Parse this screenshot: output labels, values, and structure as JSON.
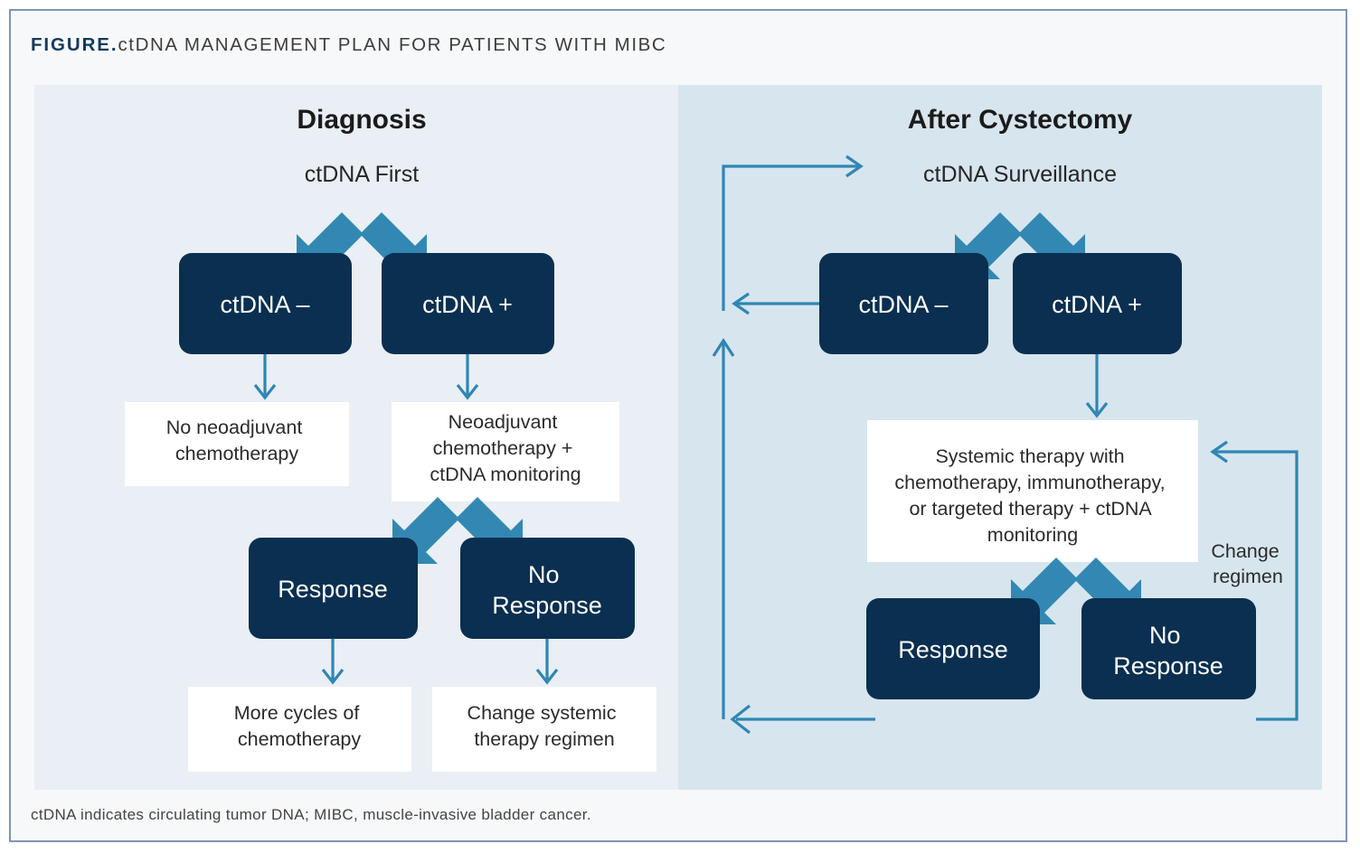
{
  "figure": {
    "label": "FIGURE.",
    "title": "ctDNA MANAGEMENT PLAN FOR PATIENTS WITH MIBC",
    "footnote": "ctDNA indicates circulating tumor DNA; MIBC, muscle-invasive bladder cancer."
  },
  "colors": {
    "panel_left_bg": "#e9eff4",
    "panel_right_bg": "#d7e5ee",
    "navy_box": "#0a2f50",
    "arrow_blue": "#3288b2",
    "thin_arrow": "#2f86b4",
    "card_border": "#7d94b4",
    "title_accent": "#123a5c"
  },
  "panels": {
    "left": {
      "heading": "Diagnosis",
      "entry_label": "ctDNA First",
      "nodes": {
        "ctdna_negative": "ctDNA –",
        "ctdna_positive": "ctDNA +",
        "no_neoadjuvant": "No neoadjuvant chemotherapy",
        "neoadjuvant": "Neoadjuvant chemotherapy + ctDNA monitoring",
        "response": "Response",
        "no_response": "No Response",
        "more_cycles": "More cycles of chemotherapy",
        "change_systemic": "Change systemic therapy regimen"
      },
      "lines": {
        "no_neoadjuvant": [
          "No neoadjuvant",
          "chemotherapy"
        ],
        "neoadjuvant": [
          "Neoadjuvant",
          "chemotherapy +",
          "ctDNA monitoring"
        ],
        "no_response": [
          "No",
          "Response"
        ],
        "more_cycles": [
          "More cycles of",
          "chemotherapy"
        ],
        "change_systemic": [
          "Change systemic",
          "therapy regimen"
        ]
      }
    },
    "right": {
      "heading": "After Cystectomy",
      "entry_label": "ctDNA Surveillance",
      "loop_label": "Change regimen",
      "loop_label_lines": [
        "Change",
        "regimen"
      ],
      "nodes": {
        "ctdna_negative": "ctDNA –",
        "ctdna_positive": "ctDNA +",
        "systemic_therapy": "Systemic therapy with chemotherapy, immunotherapy, or targeted therapy + ctDNA monitoring",
        "response": "Response",
        "no_response": "No Response"
      },
      "lines": {
        "systemic_therapy": [
          "Systemic therapy with",
          "chemotherapy, immunotherapy,",
          "or targeted therapy + ctDNA",
          "monitoring"
        ],
        "no_response": [
          "No",
          "Response"
        ]
      }
    }
  }
}
